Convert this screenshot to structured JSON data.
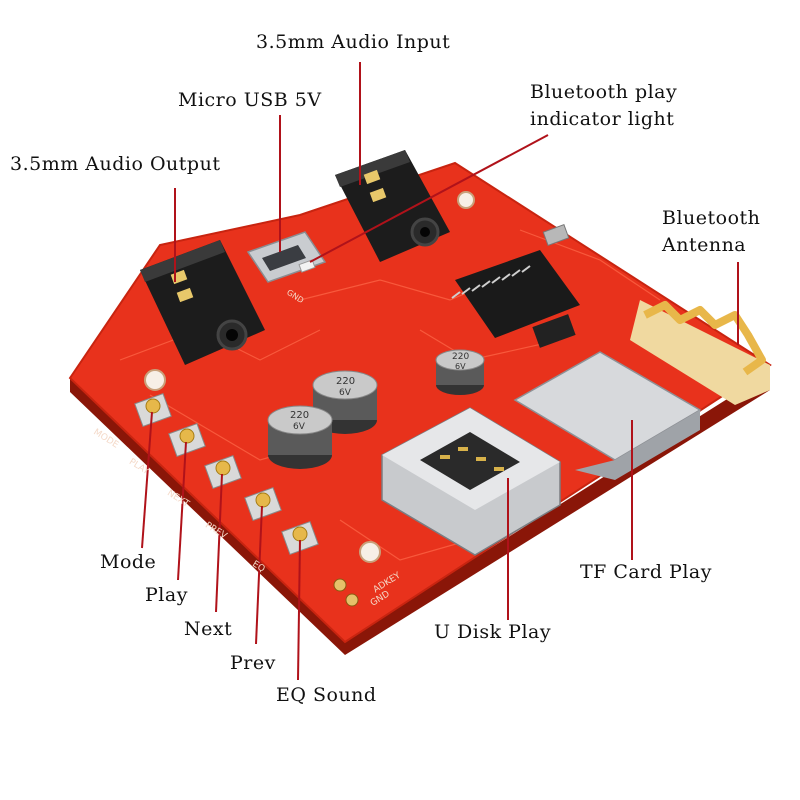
{
  "labels": {
    "audio_input": "3.5mm Audio Input",
    "micro_usb": "Micro USB 5V",
    "audio_output": "3.5mm Audio Output",
    "bt_indicator_line1": "Bluetooth play",
    "bt_indicator_line2": "indicator light",
    "bt_antenna_line1": "Bluetooth",
    "bt_antenna_line2": "Antenna",
    "tf_card": "TF Card Play",
    "u_disk": "U Disk Play",
    "mode": "Mode",
    "play": "Play",
    "next": "Next",
    "prev": "Prev",
    "eq": "EQ Sound"
  },
  "board_silkscreen": {
    "mode": "MODE",
    "play": "PLAY",
    "next": "NEXT",
    "prev": "PREV",
    "eq": "EQ",
    "adkey": "ADKEY",
    "gnd": "GND",
    "gnd_small": "GND",
    "cap1": "220",
    "cap1b": "6V",
    "cap2": "220",
    "cap2b": "6V",
    "cap3": "220",
    "cap3b": "6V"
  },
  "colors": {
    "board": "#e8321c",
    "board_dark": "#b8200f",
    "antenna": "#e8b74a",
    "leader": "#b0121a"
  }
}
